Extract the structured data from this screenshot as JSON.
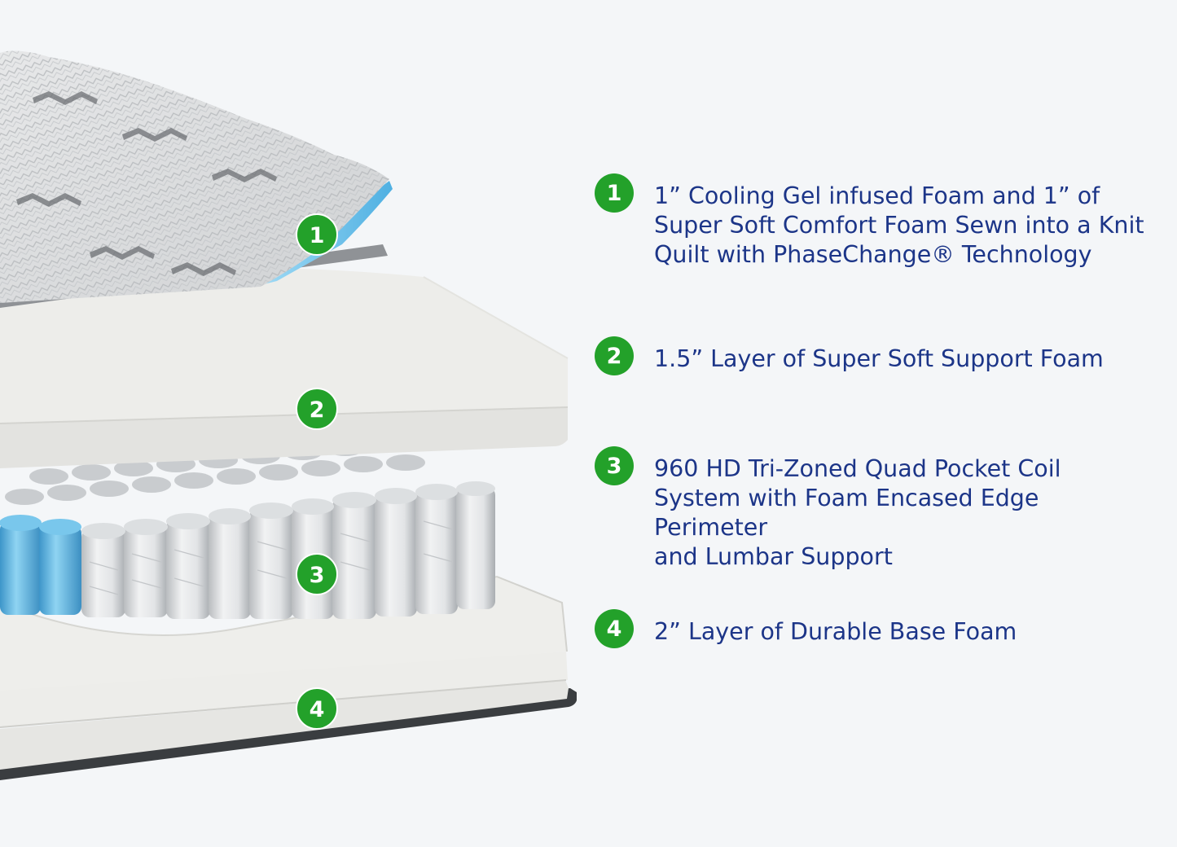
{
  "colors": {
    "background": "#f4f6f8",
    "badge_green": "#23a12a",
    "text_blue": "#1c3588",
    "gel_blue": "#6ec3ea",
    "foam_white": "#ececea"
  },
  "icons": [
    "layer-1-badge-icon",
    "layer-2-badge-icon",
    "layer-3-badge-icon",
    "layer-4-badge-icon"
  ],
  "layers": [
    {
      "number": "1",
      "description": "1” Cooling Gel infused Foam and 1” of\nSuper Soft Comfort Foam Sewn into a Knit\nQuilt with PhaseChange® Technology"
    },
    {
      "number": "2",
      "description": "1.5” Layer of Super Soft Support Foam"
    },
    {
      "number": "3",
      "description": "960 HD Tri-Zoned Quad Pocket Coil\nSystem with Foam Encased Edge Perimeter\nand Lumbar Support"
    },
    {
      "number": "4",
      "description": "2” Layer of Durable Base Foam"
    }
  ]
}
